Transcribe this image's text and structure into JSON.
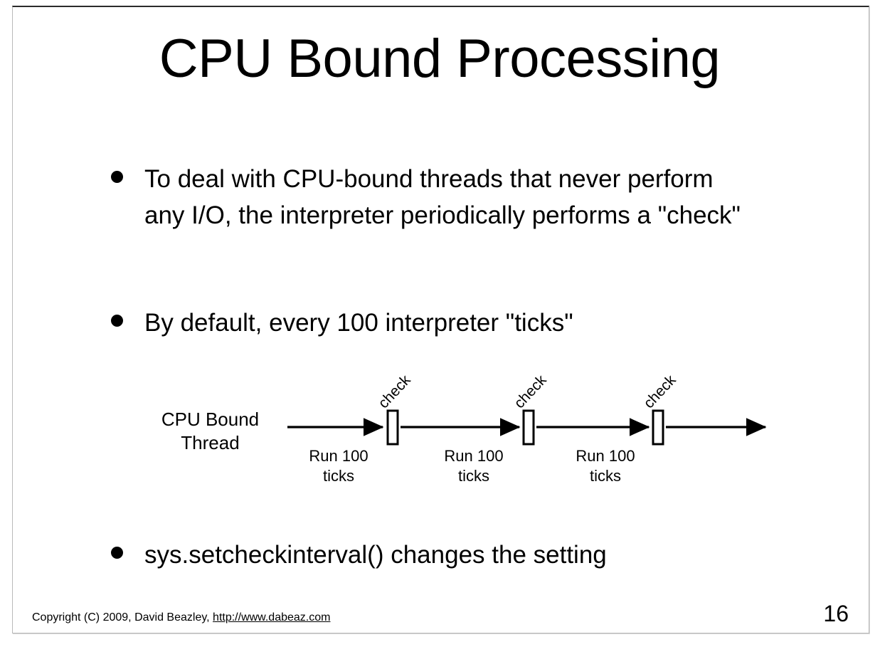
{
  "slide": {
    "title": "CPU Bound Processing",
    "page_number": "16",
    "background_color": "#ffffff",
    "text_color": "#000000",
    "border_color": "#b9b9b9"
  },
  "bullets": [
    {
      "text": "To deal with CPU-bound threads that never perform any I/O, the interpreter periodically performs a \"check\""
    },
    {
      "text": "By default, every 100 interpreter \"ticks\""
    },
    {
      "text": "sys.setcheckinterval() changes the setting"
    }
  ],
  "diagram": {
    "thread_label_line1": "CPU Bound",
    "thread_label_line2": "Thread",
    "checks": [
      {
        "label": "check"
      },
      {
        "label": "check"
      },
      {
        "label": "check"
      }
    ],
    "segments": [
      {
        "line1": "Run 100",
        "line2": "ticks"
      },
      {
        "line1": "Run 100",
        "line2": "ticks"
      },
      {
        "line1": "Run 100",
        "line2": "ticks"
      }
    ]
  },
  "footer": {
    "copyright": "Copyright (C) 2009,  David Beazley,",
    "url": "http://www.dabeaz.com"
  }
}
